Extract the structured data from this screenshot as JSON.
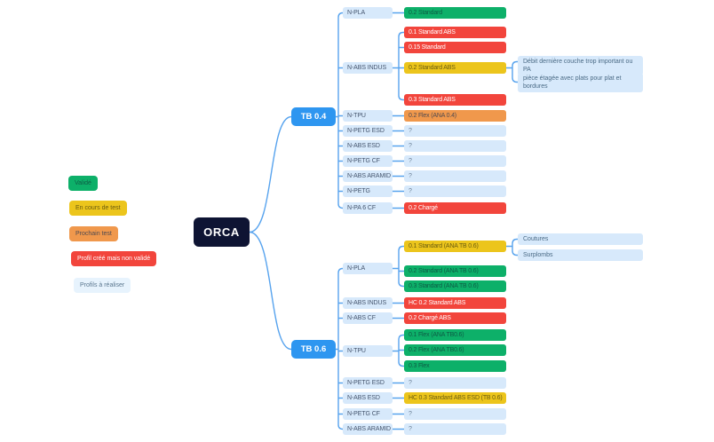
{
  "root": {
    "label": "ORCA"
  },
  "palette": {
    "root_bg": "#0e1433",
    "branch_bg": "#2e96f0",
    "plain_node_bg": "#d7e9fb",
    "line": "#57a3ee"
  },
  "status_colors": {
    "valid": "#0db069",
    "testing": "#ecc51c",
    "next": "#f0984c",
    "invalid": "#f2453c",
    "todo": "#d7e9fb",
    "planned": "#e7f3fd"
  },
  "legend": {
    "items": [
      {
        "label": "Validé",
        "status": "valid"
      },
      {
        "label": "En cours de test",
        "status": "testing"
      },
      {
        "label": "Prochain test",
        "status": "next"
      },
      {
        "label": "Profil créé mais non validé",
        "status": "invalid"
      },
      {
        "label": "Profils à réaliser",
        "status": "planned"
      }
    ]
  },
  "branches": [
    {
      "label": "TB 0.4",
      "materials": [
        {
          "label": "N-PLA",
          "leaves": [
            {
              "label": "0.2 Standard",
              "status": "valid"
            }
          ]
        },
        {
          "label": "N-ABS INDUS",
          "leaves": [
            {
              "label": "0.1 Standard ABS",
              "status": "invalid"
            },
            {
              "label": "0.15 Standard",
              "status": "invalid"
            },
            {
              "label": "0.2 Standard ABS",
              "status": "testing",
              "notes": [
                {
                  "label": "Débit dernière couche trop important ou PA"
                },
                {
                  "label": "pièce étagée avec plats pour plat et bordures"
                }
              ]
            },
            {
              "label": "0.3 Standard ABS",
              "status": "invalid"
            }
          ]
        },
        {
          "label": "N-TPU",
          "leaves": [
            {
              "label": "0.2 Flex (ANA 0.4)",
              "status": "next"
            }
          ]
        },
        {
          "label": "N-PETG ESD",
          "leaves": [
            {
              "label": "?",
              "status": "todo"
            }
          ]
        },
        {
          "label": "N-ABS ESD",
          "leaves": [
            {
              "label": "?",
              "status": "todo"
            }
          ]
        },
        {
          "label": "N-PETG CF",
          "leaves": [
            {
              "label": "?",
              "status": "todo"
            }
          ]
        },
        {
          "label": "N-ABS ARAMID",
          "leaves": [
            {
              "label": "?",
              "status": "todo"
            }
          ]
        },
        {
          "label": "N-PETG",
          "leaves": [
            {
              "label": "?",
              "status": "todo"
            }
          ]
        },
        {
          "label": "N-PA 6 CF",
          "leaves": [
            {
              "label": "0.2 Chargé",
              "status": "invalid"
            }
          ]
        }
      ]
    },
    {
      "label": "TB 0.6",
      "materials": [
        {
          "label": "N-PLA",
          "leaves": [
            {
              "label": "0.1 Standard (ANA TB 0.6)",
              "status": "testing",
              "notes": [
                {
                  "label": "Coutures"
                },
                {
                  "label": "Surplombs"
                }
              ]
            },
            {
              "label": "0.2 Standard (ANA TB 0.6)",
              "status": "valid"
            },
            {
              "label": "0.3 Standard (ANA TB 0.6)",
              "status": "valid"
            }
          ]
        },
        {
          "label": "N-ABS INDUS",
          "leaves": [
            {
              "label": "HC 0.2 Standard ABS",
              "status": "invalid"
            }
          ]
        },
        {
          "label": "N-ABS CF",
          "leaves": [
            {
              "label": "0.2 Chargé ABS",
              "status": "invalid"
            }
          ]
        },
        {
          "label": "N-TPU",
          "leaves": [
            {
              "label": "0.1 Flex (ANA TB0.6)",
              "status": "valid"
            },
            {
              "label": "0.2 Flex (ANA TB0.6)",
              "status": "valid"
            },
            {
              "label": "0.3 Flex",
              "status": "valid"
            }
          ]
        },
        {
          "label": "N-PETG ESD",
          "leaves": [
            {
              "label": "?",
              "status": "todo"
            }
          ]
        },
        {
          "label": "N-ABS ESD",
          "leaves": [
            {
              "label": "HC 0.3 Standard ABS ESD (TB 0.6)",
              "status": "testing"
            }
          ]
        },
        {
          "label": "N-PETG CF",
          "leaves": [
            {
              "label": "?",
              "status": "todo"
            }
          ]
        },
        {
          "label": "N-ABS ARAMID",
          "leaves": [
            {
              "label": "?",
              "status": "todo"
            }
          ]
        }
      ]
    }
  ]
}
